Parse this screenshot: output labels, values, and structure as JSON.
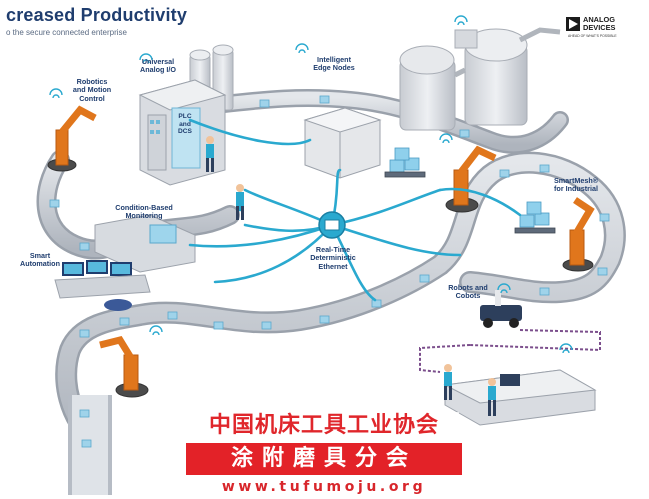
{
  "header": {
    "title": "creased Productivity",
    "subtitle": "o the secure connected enterprise"
  },
  "brand": {
    "name": "ANALOG\nDEVICES",
    "tagline": "AHEAD OF WHAT'S POSSIBLE"
  },
  "labels": {
    "universal_io": "Universal\nAnalog I/O",
    "robotics": "Robotics\nand Motion\nControl",
    "plc": "PLC\nand\nDCS",
    "edge_nodes": "Intelligent\nEdge Nodes",
    "condition_monitoring": "Condition-Based\nMonitoring",
    "smart_automation": "Smart\nAutomation",
    "ethernet": "Real-Time\nDeterministic\nEthernet",
    "smartmesh": "SmartMesh®\nfor Industrial",
    "cobots": "Robots and\nCobots"
  },
  "watermark": {
    "org": "中国机床工具工业协会",
    "branch": "涂附磨具分会",
    "url": "www.tufumoju.org"
  },
  "colors": {
    "title": "#1f3d6e",
    "network": "#2aa9cf",
    "conveyor": "#c9ced6",
    "robot": "#e0761c",
    "watermark_red": "#e32228"
  }
}
